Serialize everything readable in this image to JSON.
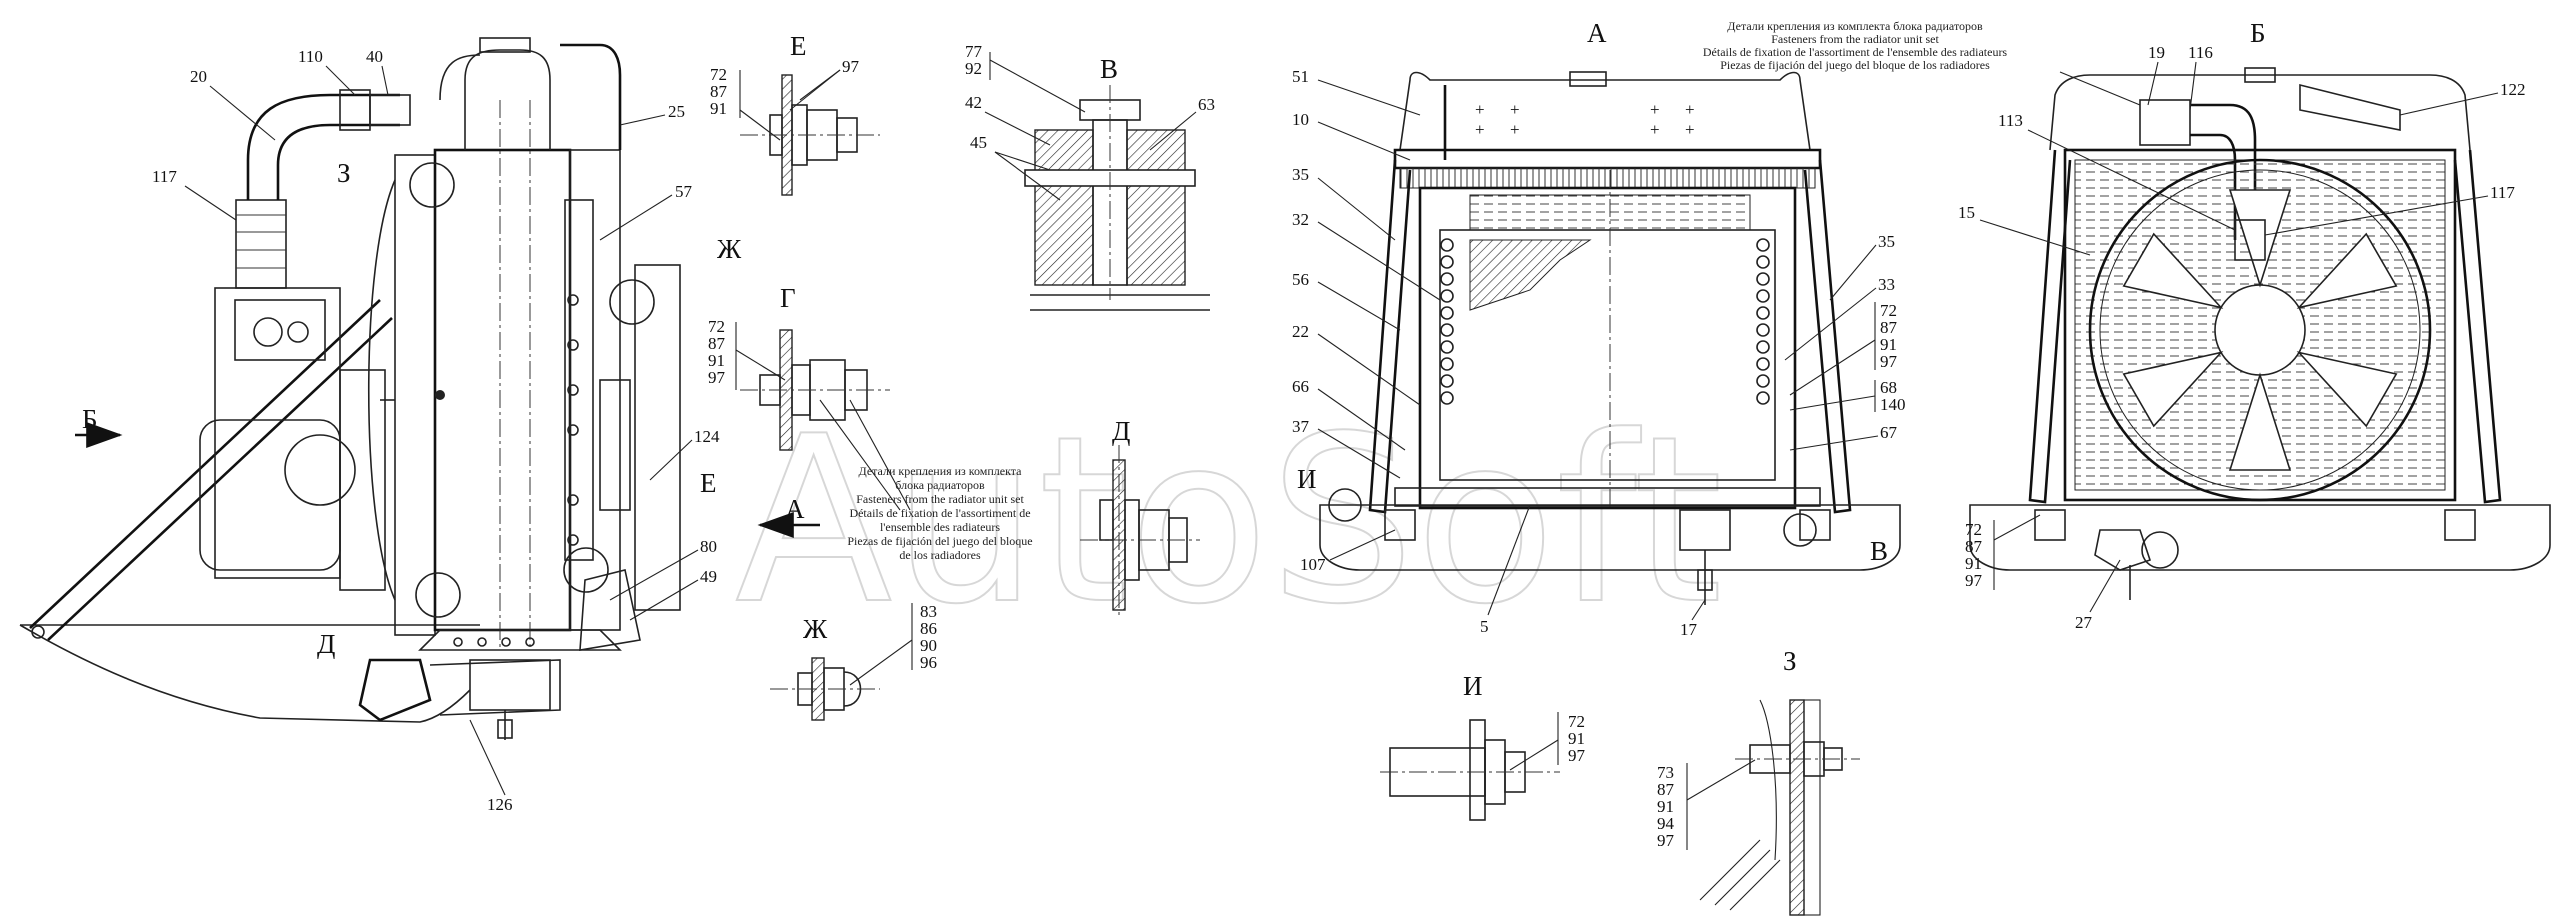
{
  "watermark": "AutoSoft",
  "views": {
    "b_arrow": "Б",
    "a_arrow": "А",
    "front_title": "А",
    "rear_title": "Б",
    "detail_z_small": "З",
    "detail_zh_mark": "Ж",
    "detail_e_mark": "Е",
    "detail_d_mark": "Д",
    "detail_e": "Е",
    "detail_v": "В",
    "detail_g": "Г",
    "detail_d": "Д",
    "detail_zh": "Ж",
    "detail_i": "И",
    "detail_z": "З",
    "front_i_mark": "И",
    "front_v_mark": "В"
  },
  "notes": {
    "fasteners_center": [
      "Детали крепления из комплекта",
      "блока радиаторов",
      "Fasteners from the radiator unit set",
      "Détails de fixation de l'assortiment de",
      "l'ensemble des radiateurs",
      "Piezas de fijación del juego del bloque",
      "de los radiadores"
    ],
    "fasteners_top": [
      "Детали крепления из комплекта блока радиаторов",
      "Fasteners from the radiator unit set",
      "Détails de fixation de l'assortiment de l'ensemble des radiateurs",
      "Piezas de fijación del juego del bloque de los radiadores"
    ]
  },
  "side_labels": [
    "20",
    "110",
    "40",
    "25",
    "117",
    "57",
    "124",
    "80",
    "49",
    "126"
  ],
  "detail_e_stack": [
    "72",
    "87",
    "91"
  ],
  "detail_e_97": "97",
  "detail_v_stack": [
    "77",
    "92"
  ],
  "detail_v_labels": [
    "42",
    "45",
    "63"
  ],
  "detail_g_stack": [
    "72",
    "87",
    "91",
    "97"
  ],
  "detail_zh_stack": [
    "83",
    "86",
    "90",
    "96"
  ],
  "detail_i_stack": [
    "72",
    "91",
    "97"
  ],
  "detail_z_stack": [
    "73",
    "87",
    "91",
    "94",
    "97"
  ],
  "front_left_labels": [
    "51",
    "10",
    "35",
    "32",
    "56",
    "22",
    "66",
    "37",
    "107"
  ],
  "front_right_labels": [
    "35",
    "33"
  ],
  "front_stack_a": [
    "72",
    "87",
    "91",
    "97"
  ],
  "front_stack_b": [
    "68",
    "140"
  ],
  "front_bottom_labels": [
    "67",
    "5",
    "17"
  ],
  "rear_labels": [
    "19",
    "116",
    "122",
    "113",
    "15",
    "117",
    "27"
  ],
  "rear_stack": [
    "72",
    "87",
    "91",
    "97"
  ]
}
